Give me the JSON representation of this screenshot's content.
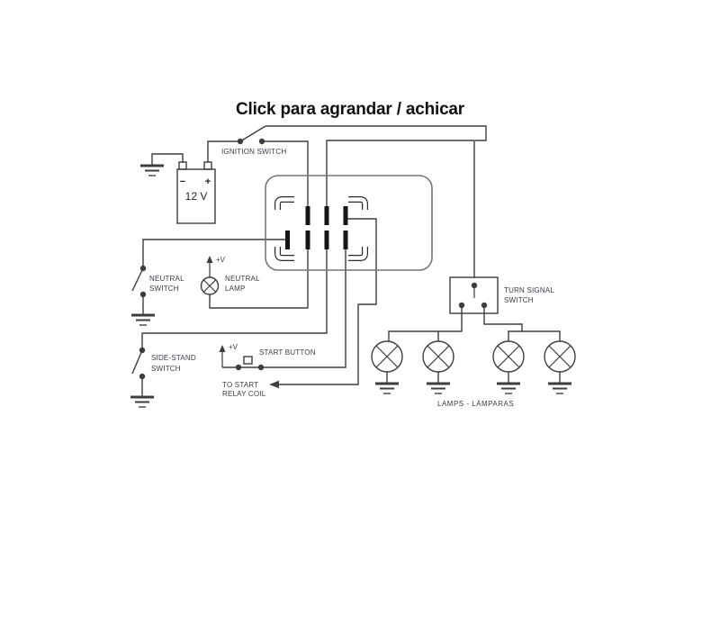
{
  "title": "Click para agrandar / achicar",
  "colors": {
    "background": "#ffffff",
    "ink": "#3d3d3d",
    "pin": "#151515",
    "label": "#363c46",
    "title": "#111111"
  },
  "battery": {
    "voltage_label": "12 V",
    "minus_sign": "−",
    "plus_sign": "+"
  },
  "labels": {
    "ignition_switch": "IGNITION SWITCH",
    "neutral_switch_line1": "NEUTRAL",
    "neutral_switch_line2": "SWITCH",
    "neutral_lamp_line1": "NEUTRAL",
    "neutral_lamp_line2": "LAMP",
    "neutral_lamp_vplus": "+V",
    "side_stand_line1": "SIDE-STAND",
    "side_stand_line2": "SWITCH",
    "start_vplus": "+V",
    "start_button": "START BUTTON",
    "to_start_line1": "TO START",
    "to_start_line2": "RELAY COIL",
    "turn_signal_line1": "TURN SIGNAL",
    "turn_signal_line2": "SWITCH",
    "lamps_caption": "LAMPS - LÁMPARAS"
  }
}
